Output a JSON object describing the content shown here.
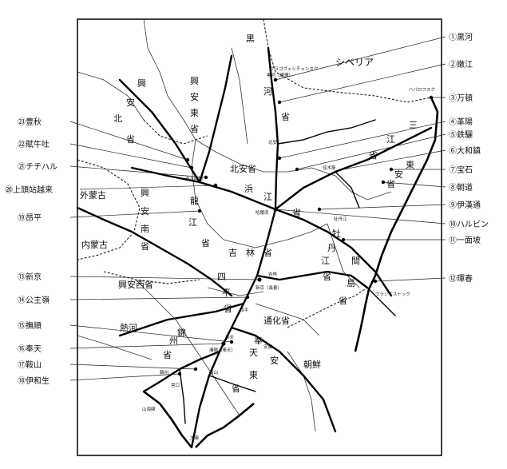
{
  "map": {
    "labels": {
      "l1": "①黒河",
      "l2": "②嫩江",
      "l3": "③万頓",
      "l4": "④革陽",
      "l5": "⑤鉄驪",
      "l6": "⑥大和鎮",
      "l7": "⑦宝石",
      "l8": "⑧朝道",
      "l9": "⑨伊漢通",
      "l10": "⑩ハルビン",
      "l11": "⑪一面坡",
      "l12": "⑫琿春",
      "l13": "⑬新京",
      "l14": "⑭公主嶺",
      "l15": "⑮撫順",
      "l16": "⑯奉天",
      "l17": "⑰鞍山",
      "l18": "⑱伊和生",
      "l19": "⑲昂平",
      "l20": "⑳上頭站越来",
      "l21": "㉑チチハル",
      "l22": "㉒賦牛吐",
      "l23": "㉓豊秋"
    },
    "regions": {
      "siberia": "シベリア",
      "kuro": "黒",
      "kawa": "河",
      "sho_kuro": "省",
      "ko1": "興",
      "an1": "安",
      "kita": "北",
      "sho1": "省",
      "ko2": "興",
      "an2": "安",
      "higashi": "東",
      "sho2": "省",
      "hokuan": "北安省",
      "hama": "浜",
      "e1": "江",
      "sho_hama": "省",
      "ryu": "龍",
      "ko_e": "江",
      "sho_ryu": "省",
      "gaimo": "外蒙古",
      "naimo": "内蒙古",
      "ko3": "興",
      "an3": "安",
      "minami": "南",
      "sho3": "省",
      "kirin": "吉　林　省",
      "san": "三",
      "e2": "江",
      "sho4": "省",
      "to": "東",
      "an4": "安",
      "sho5": "省",
      "botan": "牡",
      "tan": "丹",
      "e3": "江",
      "sho6": "省",
      "ma": "間",
      "shima": "島",
      "sho7": "省",
      "shi1": "四",
      "hei": "平",
      "sho8": "省",
      "koanxi": "興安西省",
      "nekka": "熱河",
      "kin": "錦",
      "shu": "州",
      "sho9": "省",
      "tsuka": "通化省",
      "ho": "奉",
      "ten": "天",
      "an5": "安",
      "higashi2": "東",
      "sho10": "省",
      "chosen": "朝鮮"
    },
    "towns": {
      "t1": "ブラゴヴェシチェンスク",
      "t2": "黒河（瑷琿）",
      "t3": "ハバロフスク",
      "t4": "北安",
      "t5": "佳木斯",
      "t6": "斉々哈爾",
      "t7": "哈爾浜",
      "t8": "牡丹江",
      "t9": "新京（長春）",
      "t10": "吉林",
      "t11": "四平",
      "t12": "奉天",
      "t13": "瀋陽（奉天）",
      "t14": "錦州",
      "t15": "山海関",
      "t16": "大連",
      "t17": "ウラジオストック",
      "t18": "安東",
      "t19": "営口",
      "t20": "鞍山"
    }
  }
}
